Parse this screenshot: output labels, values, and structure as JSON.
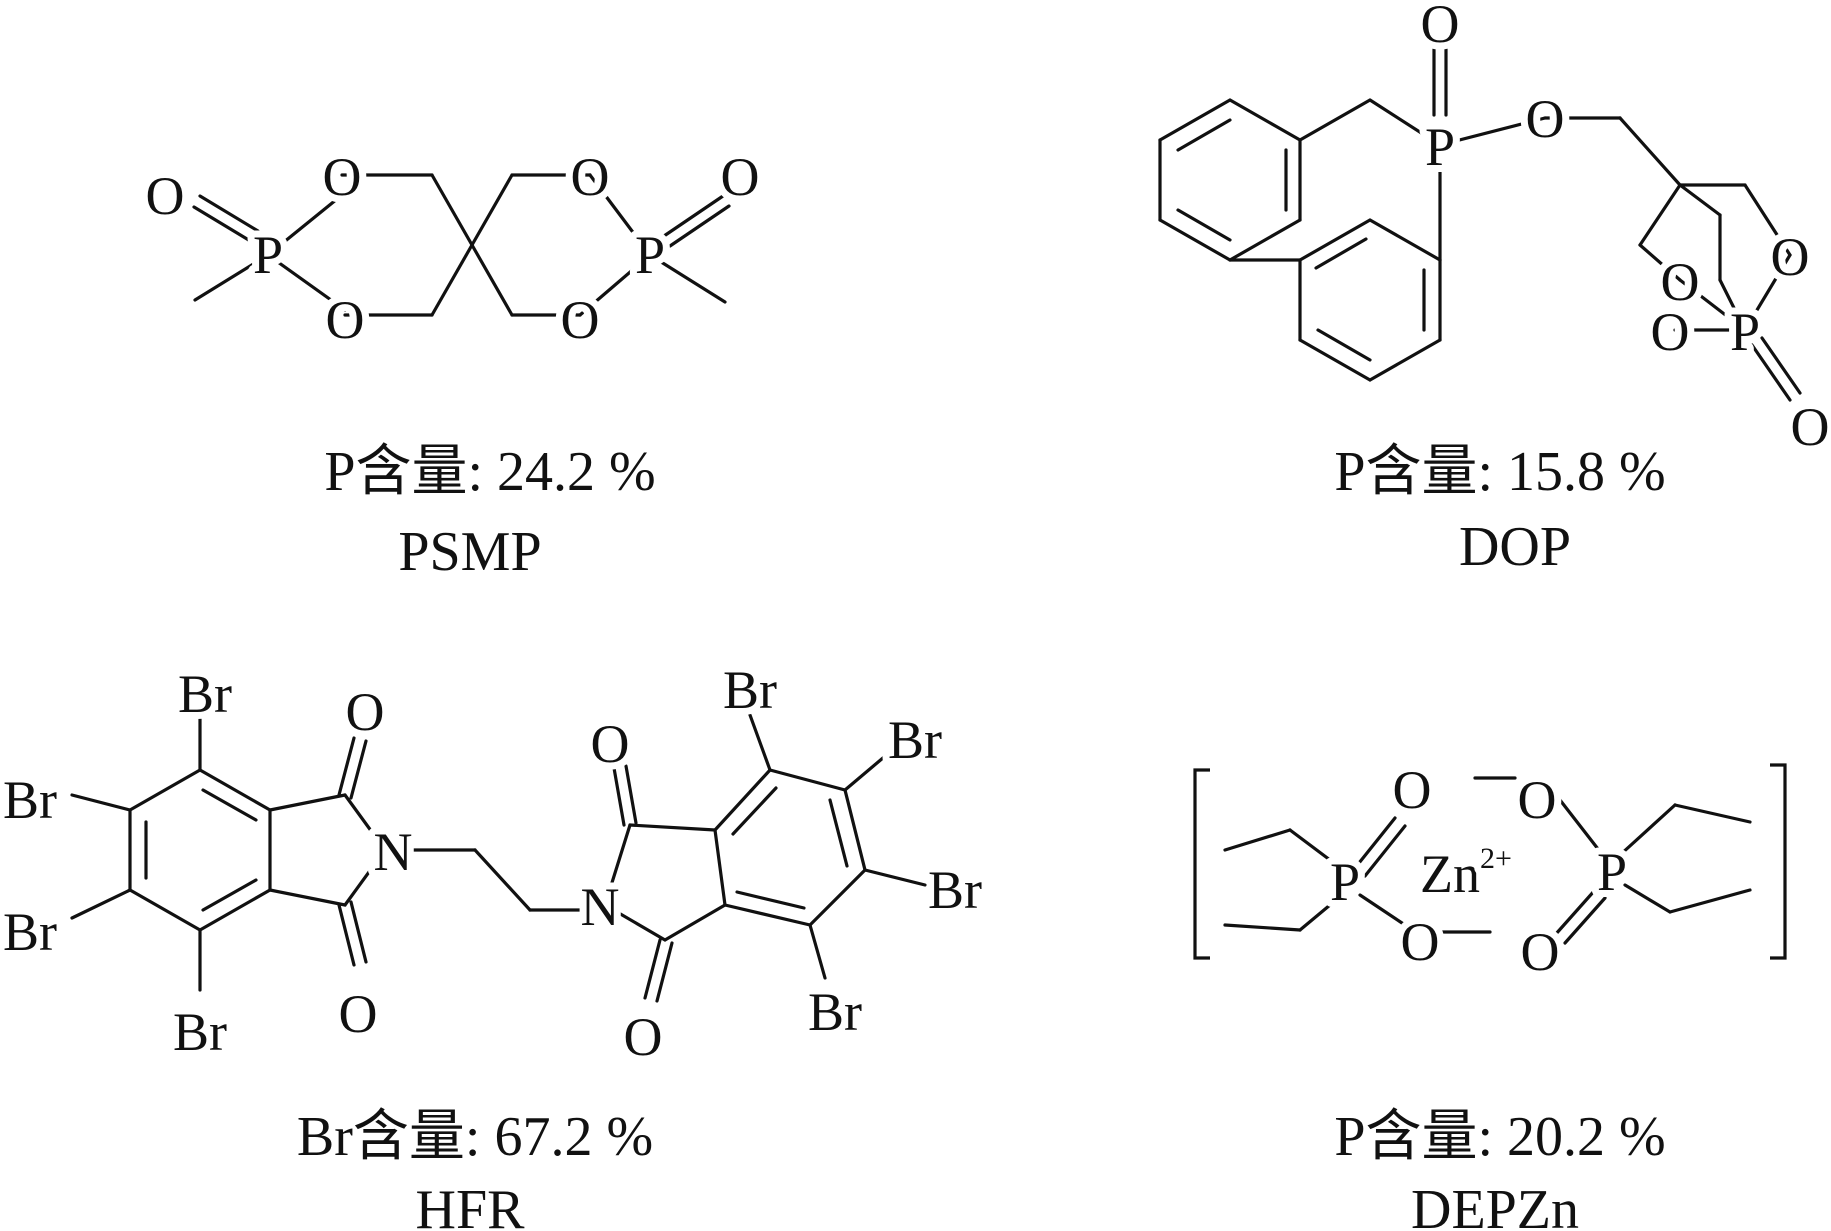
{
  "compounds": [
    {
      "id": "psmp",
      "content_label": "P含量: 24.2 %",
      "name": "PSMP"
    },
    {
      "id": "dop",
      "content_label": "P含量: 15.8 %",
      "name": "DOP"
    },
    {
      "id": "hfr",
      "content_label": "Br含量: 67.2 %",
      "name": "HFR"
    },
    {
      "id": "depzn",
      "content_label": "P含量: 20.2 %",
      "name": "DEPZn"
    }
  ],
  "atoms": {
    "o": "O",
    "p": "P",
    "n": "N",
    "br": "Br",
    "zn": "Zn",
    "zn_charge": "2+"
  }
}
